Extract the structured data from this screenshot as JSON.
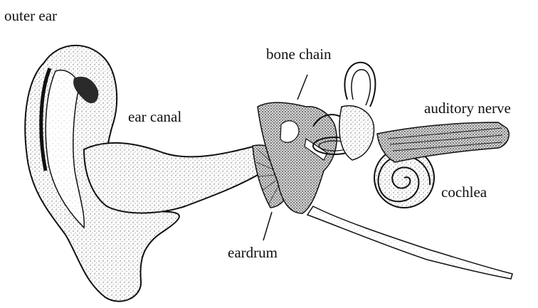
{
  "labels": {
    "outer_ear": "outer ear",
    "bone_chain": "bone chain",
    "ear_canal": "ear canal",
    "auditory_nerve": "auditory nerve",
    "cochlea": "cochlea",
    "eardrum": "eardrum"
  },
  "colors": {
    "ink": "#111111",
    "shade": "#6b6b6b",
    "light": "#bdbdbd",
    "paper": "#ffffff"
  }
}
